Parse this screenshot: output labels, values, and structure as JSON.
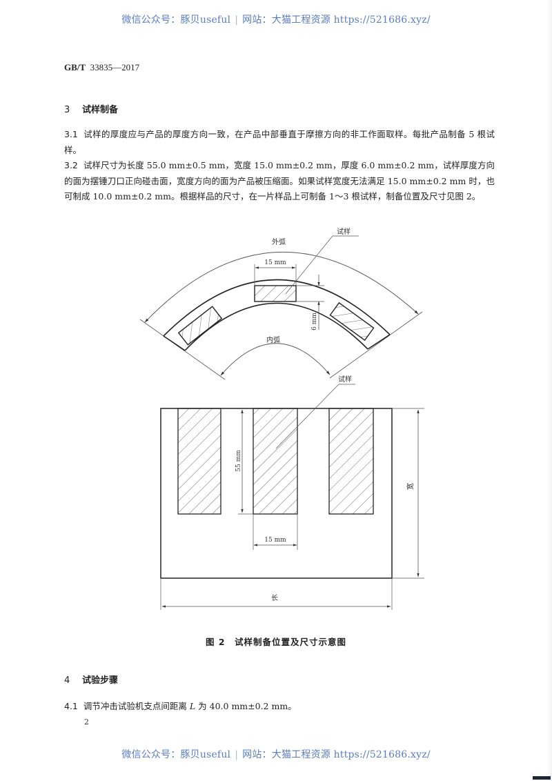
{
  "watermark": {
    "wechat_label": "微信公众号：豚贝useful",
    "separator": "|",
    "site_label": "网站：大猫工程资源 https://521686.xyz/"
  },
  "header": {
    "standard_prefix": "GB/T",
    "standard_number": "33835—2017"
  },
  "section3": {
    "number": "3",
    "title": "试样制备",
    "p1": {
      "number": "3.1",
      "text": "试样的厚度应与产品的厚度方向一致，在产品中部垂直于摩擦方向的非工作面取样。每批产品制备 5 根试样。"
    },
    "p2": {
      "number": "3.2",
      "text": "试样尺寸为长度 55.0 mm±0.5 mm，宽度 15.0 mm±0.2 mm，厚度 6.0 mm±0.2 mm，试样厚度方向的面为摆锤刀口正向碰击面，宽度方向的面为产品被压缩面。如果试样宽度无法满足 15.0 mm±0.2 mm 时，也可制成 10.0 mm±0.2 mm。根据样品的尺寸，在一片样品上可制备 1～3 根试样，制备位置及尺寸见图 2。"
    }
  },
  "figure2": {
    "arc_view": {
      "outer_arc_label": "外弧",
      "inner_arc_label": "内弧",
      "specimen_label": "试样",
      "width_dim": "15 mm",
      "thickness_dim": "6 mm"
    },
    "plan_view": {
      "specimen_label": "试样",
      "length_dim": "55 mm",
      "width_dim": "15 mm",
      "overall_length_label": "长",
      "overall_width_label": "宽"
    },
    "caption": "图 2　试样制备位置及尺寸示意图"
  },
  "section4": {
    "number": "4",
    "title": "试验步骤",
    "p1": {
      "number": "4.1",
      "text_before": "调节冲击试验机支点间距离 ",
      "variable": "L",
      "text_after": " 为 40.0 mm±0.2 mm。"
    }
  },
  "page_number": "2"
}
